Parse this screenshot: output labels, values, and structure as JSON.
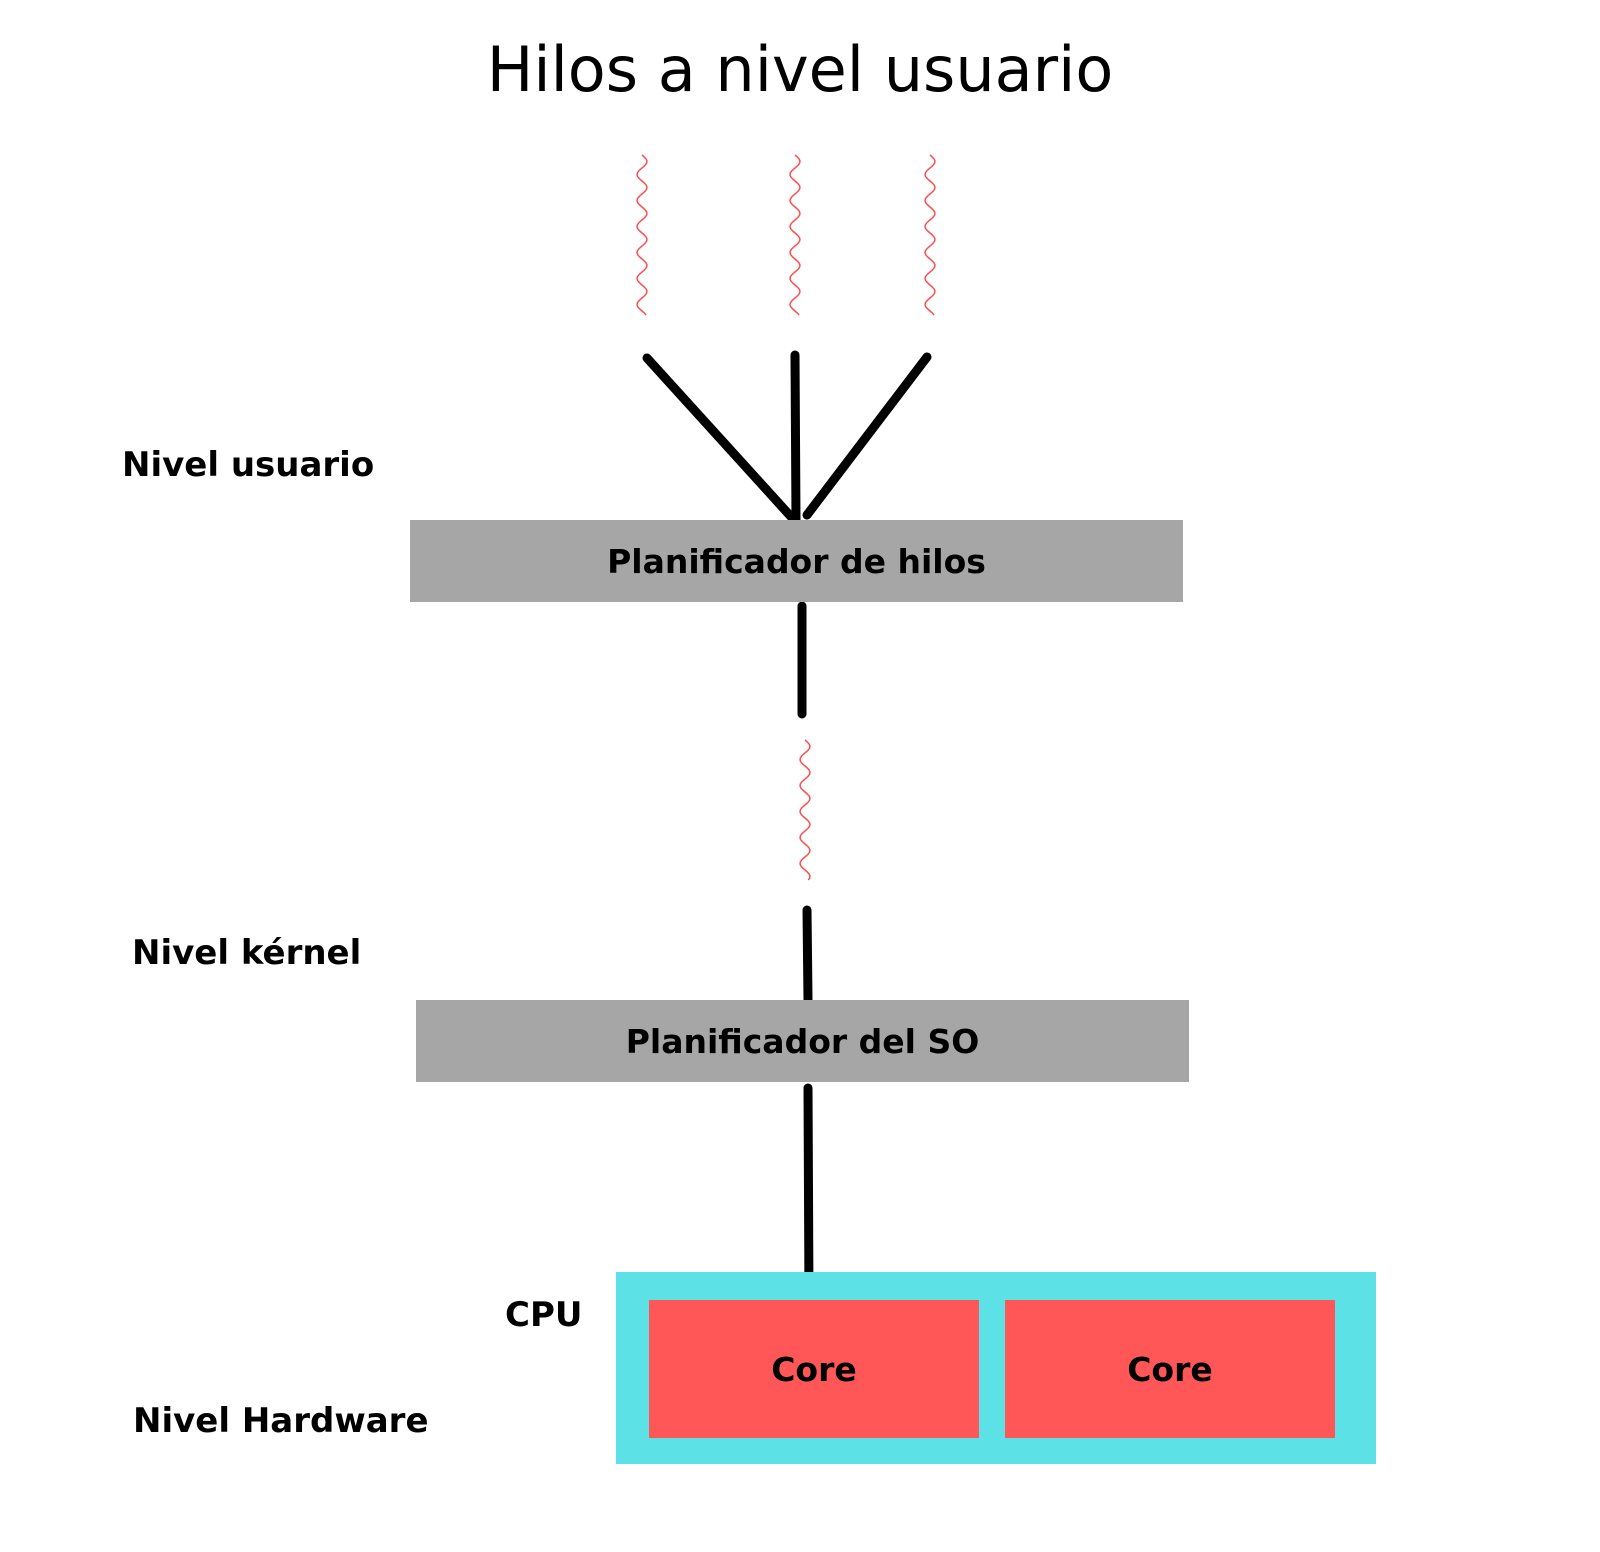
{
  "title": "Hilos a nivel usuario",
  "levels": {
    "user": "Nivel usuario",
    "kernel": "Nivel kérnel",
    "hardware": "Nivel Hardware"
  },
  "thread_scheduler": "Planificador de hilos",
  "os_scheduler": "Planificador del SO",
  "cpu": {
    "label": "CPU",
    "cores": [
      "Core",
      "Core"
    ]
  },
  "colors": {
    "scheduler": "#a6a6a6",
    "cpu": "#5ce1e6",
    "core": "#ff5757",
    "thread": "#ff4d4d",
    "line": "#000000"
  }
}
